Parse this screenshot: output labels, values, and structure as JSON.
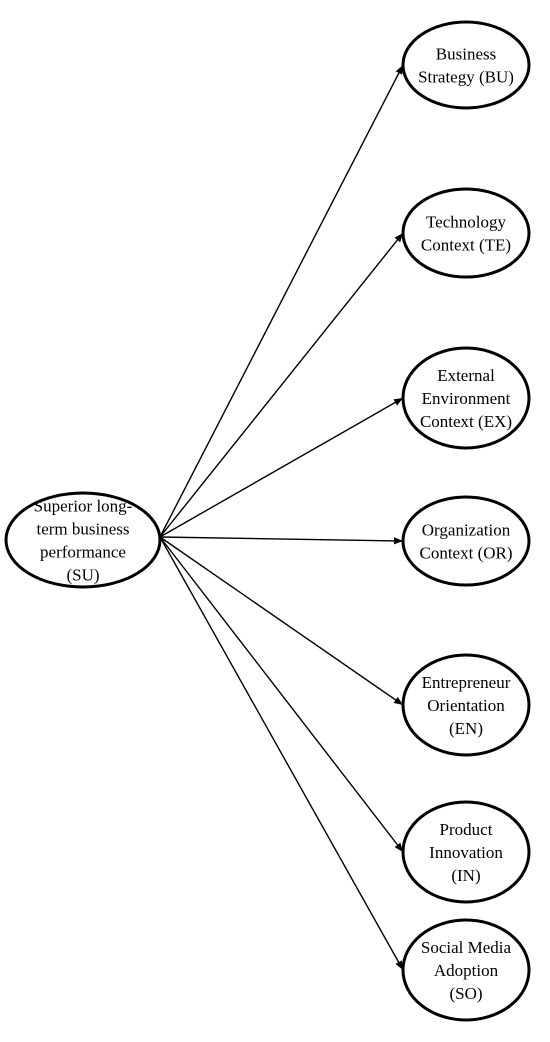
{
  "diagram": {
    "source": {
      "id": "SU",
      "lines": [
        "Superior long-",
        "term business",
        "performance",
        "(SU)"
      ]
    },
    "targets": [
      {
        "id": "BU",
        "lines": [
          "Business",
          "Strategy (BU)"
        ]
      },
      {
        "id": "TE",
        "lines": [
          "Technology",
          "Context (TE)"
        ]
      },
      {
        "id": "EX",
        "lines": [
          "External",
          "Environment",
          "Context (EX)"
        ]
      },
      {
        "id": "OR",
        "lines": [
          "Organization",
          "Context (OR)"
        ]
      },
      {
        "id": "EN",
        "lines": [
          "Entrepreneur",
          "Orientation",
          "(EN)"
        ]
      },
      {
        "id": "IN",
        "lines": [
          "Product",
          "Innovation",
          "(IN)"
        ]
      },
      {
        "id": "SO",
        "lines": [
          "Social Media",
          "Adoption",
          "(SO)"
        ]
      }
    ]
  }
}
